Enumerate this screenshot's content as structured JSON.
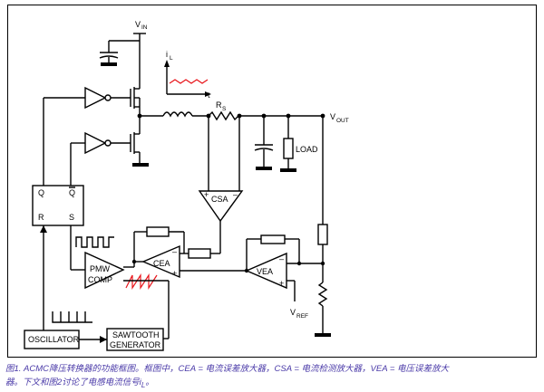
{
  "labels": {
    "vin": "V",
    "vin_sub": "IN",
    "il": "i",
    "il_sub": "L",
    "t": "t",
    "rs": "R",
    "rs_sub": "S",
    "vout": "V",
    "vout_sub": "OUT",
    "load": "LOAD",
    "q": "Q",
    "qbar": "Q",
    "r": "R",
    "s": "S",
    "csa": "CSA",
    "cea": "CEA",
    "vea": "VEA",
    "pmw1": "PMW",
    "pmw2": "COMP",
    "plus": "+",
    "minus": "–",
    "vref": "V",
    "vref_sub": "REF",
    "oscillator": "OSCILLATOR",
    "saw1": "SAWTOOTH",
    "saw2": "GENERATOR"
  },
  "caption": {
    "line1": "图1. ACMC降压转换器的功能框图。框图中，CEA = 电流误差放大器，CSA = 电流检测放大器，VEA = 电压误差放大",
    "line2a": "器。下文和图2讨论了电感电流信号i",
    "line2sub": "L",
    "line2b": "。"
  },
  "colors": {
    "ripple": "#e8141a",
    "sawtooth": "#e8141a",
    "caption": "#4a3aa8"
  }
}
